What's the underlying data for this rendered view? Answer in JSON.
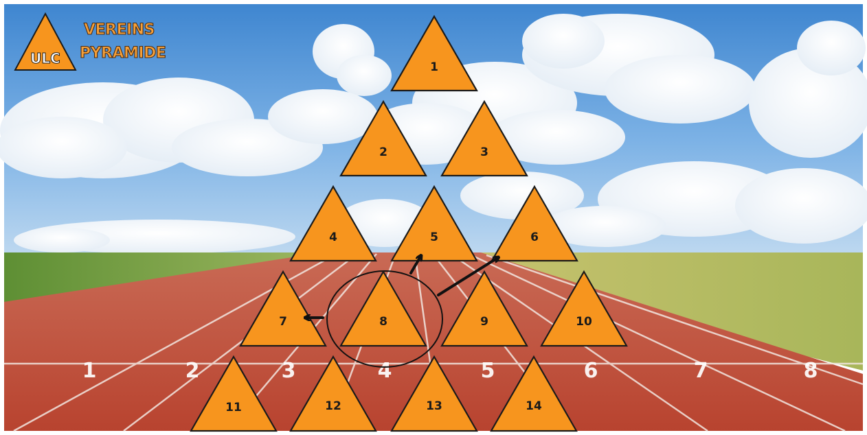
{
  "logo": {
    "initials": "ULC",
    "line1": "VEREINS",
    "line2": "PYRAMIDE"
  },
  "pyramid": {
    "nodes": [
      "1",
      "2",
      "3",
      "4",
      "5",
      "6",
      "7",
      "8",
      "9",
      "10",
      "11",
      "12",
      "13",
      "14"
    ],
    "highlighted": "8",
    "arrows": [
      {
        "from": "8",
        "to": "7"
      },
      {
        "from": "8",
        "to": "5"
      },
      {
        "from": "8",
        "to": "6"
      }
    ]
  },
  "track": {
    "lane_numbers": [
      "1",
      "2",
      "3",
      "4",
      "5",
      "6",
      "7",
      "8"
    ]
  },
  "colors": {
    "triangle_fill": "#F7951E",
    "triangle_stroke": "#1a1a1a",
    "sky_top": "#4F93D6",
    "track": "#C0503C",
    "grass": "#6E9A3A"
  }
}
